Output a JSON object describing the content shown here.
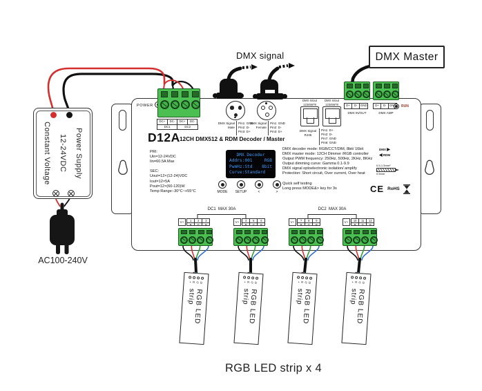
{
  "top": {
    "dmx_signal": "DMX signal",
    "dmx_master": "DMX Master"
  },
  "power": {
    "supply_text": "Power Supply\n12-24VDC\nConstant Voltage",
    "ac": "AC100-240V"
  },
  "device": {
    "power_led": "POWER",
    "run_led": "RUN",
    "model": "D12A",
    "subtitle": "12CH DMX512 & RDM Decoder / Master",
    "dc_in": {
      "t1": "DC+",
      "t2": "DC-",
      "t3": "DC+",
      "t4": "DC-",
      "g1": "DC1",
      "g2": "DC2"
    },
    "xlr_male": {
      "name": "DMX Signal\nMale",
      "pins": "Pin1: GND\nPin2: D-\nPin3: D+"
    },
    "xlr_female": {
      "name": "DMX Signal\nFemale",
      "pins": "Pin1: GND\nPin2: D-\nPin3: D+"
    },
    "rj45": {
      "port1": "DMX In/out\n12345678",
      "port2": "DMX In/out\n12345678",
      "name": "DMX Signal\nRJ45",
      "pins": "Pin1: D+\nPin2: D-\nPin7: GND\nPin8: GND"
    },
    "dmx_out": {
      "p1": "D+",
      "p2": "D-",
      "p3": "GND",
      "inout": "DMX IN/OUT",
      "amp": "DMX AMP"
    },
    "specs_left": "PRI:\nUin=12-24VDC\nIin=60.5A Max\n\nSEC:\nUout=12×(12-24)VDC\nIout=12×5A\nPout=12×(60-120)W\nTemp Range:-30°C~+55°C",
    "oled": {
      "title": "DMX Decoder",
      "addr": "Addrs:001",
      "mode": "RGB",
      "pwm": "PwmHz:Std",
      "bits": "8bit",
      "curve": "Curve:Standard"
    },
    "specs_right": "DMX decoder mode: RGB/CCT/DIM, 8bit/ 16bit\nDMX master mode: 12CH Dimmer /RGB controller\nOutput PWM frequency: 250Hz, 500Hz, 2KHz, 8KHz\nOutput dimming curve: Gamma 0.1-9.9\nDMX signal optoelectronic isolation/ amplify\nProtection: Short circuit, Over current, Over heat",
    "quick_note": "Quick self testing\nLong press MODE&> key for 3s",
    "badges": {
      "dmx": "DMX",
      "rdm": "RDM",
      "wire_size": "0.5-1.5mm²",
      "wire_strip": "0.5mm",
      "ce": "CE",
      "rohs": "RoHS"
    },
    "buttons": [
      "MODE",
      "SETUP",
      "<",
      ">"
    ]
  },
  "outputs": {
    "vplus": "V+",
    "letters": [
      "R",
      "G",
      "B"
    ],
    "groups": [
      [
        "1",
        "2",
        "3"
      ],
      [
        "4",
        "5",
        "6"
      ],
      [
        "7",
        "8",
        "9"
      ],
      [
        "10",
        "11",
        "12"
      ]
    ],
    "dc1": "DC1  MAX 30A",
    "dc2": "DC2  MAX 30A"
  },
  "strips": {
    "pads_label": "+RGB",
    "name": "RGB LED strip",
    "caption": "RGB LED strip x 4"
  },
  "colors": {
    "terminal_green": "#4cbf52",
    "wire_red": "#d32f2f",
    "wire_green": "#2f9e33",
    "wire_blue": "#2e6fd6",
    "wire_black": "#111111",
    "oled_text": "#3f9bf5"
  }
}
